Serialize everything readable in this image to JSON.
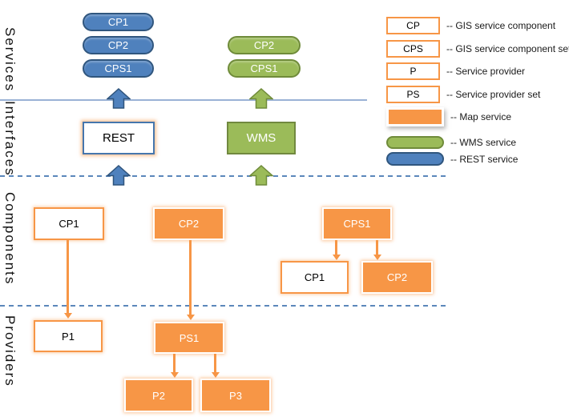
{
  "sections": {
    "services_label": "Services",
    "interfaces_label": "Interfaces",
    "components_label": "Components",
    "providers_label": "Providers"
  },
  "services": {
    "rest_stack": [
      "CP1",
      "CP2",
      "CPS1"
    ],
    "wms_stack": [
      "CP2",
      "CPS1"
    ]
  },
  "interfaces": {
    "rest_box": "REST",
    "wms_box": "WMS"
  },
  "components": {
    "cp1_box": "CP1",
    "cp2_box": "CP2",
    "cps1_box": "CPS1",
    "cps1_children": [
      "CP1",
      "CP2"
    ]
  },
  "providers": {
    "p1_box": "P1",
    "ps1_box": "PS1",
    "ps1_children": [
      "P2",
      "P3"
    ]
  },
  "legend": {
    "items": [
      {
        "swatch_label": "CP",
        "desc": "-- GIS service component"
      },
      {
        "swatch_label": "CPS",
        "desc": "-- GIS service component set"
      },
      {
        "swatch_label": "P",
        "desc": "-- Service provider"
      },
      {
        "swatch_label": "PS",
        "desc": "-- Service provider set"
      },
      {
        "swatch_label": "",
        "desc": "-- Map service"
      },
      {
        "swatch_label": "",
        "desc": "-- WMS service"
      },
      {
        "swatch_label": "",
        "desc": "-- REST service"
      }
    ]
  },
  "colors": {
    "rest_blue": "#4f81bd",
    "rest_blue_dark": "#30567e",
    "wms_green": "#9bbb59",
    "wms_green_dark": "#71893f",
    "map_orange": "#f79646",
    "divider_blue": "#5b87bb"
  }
}
